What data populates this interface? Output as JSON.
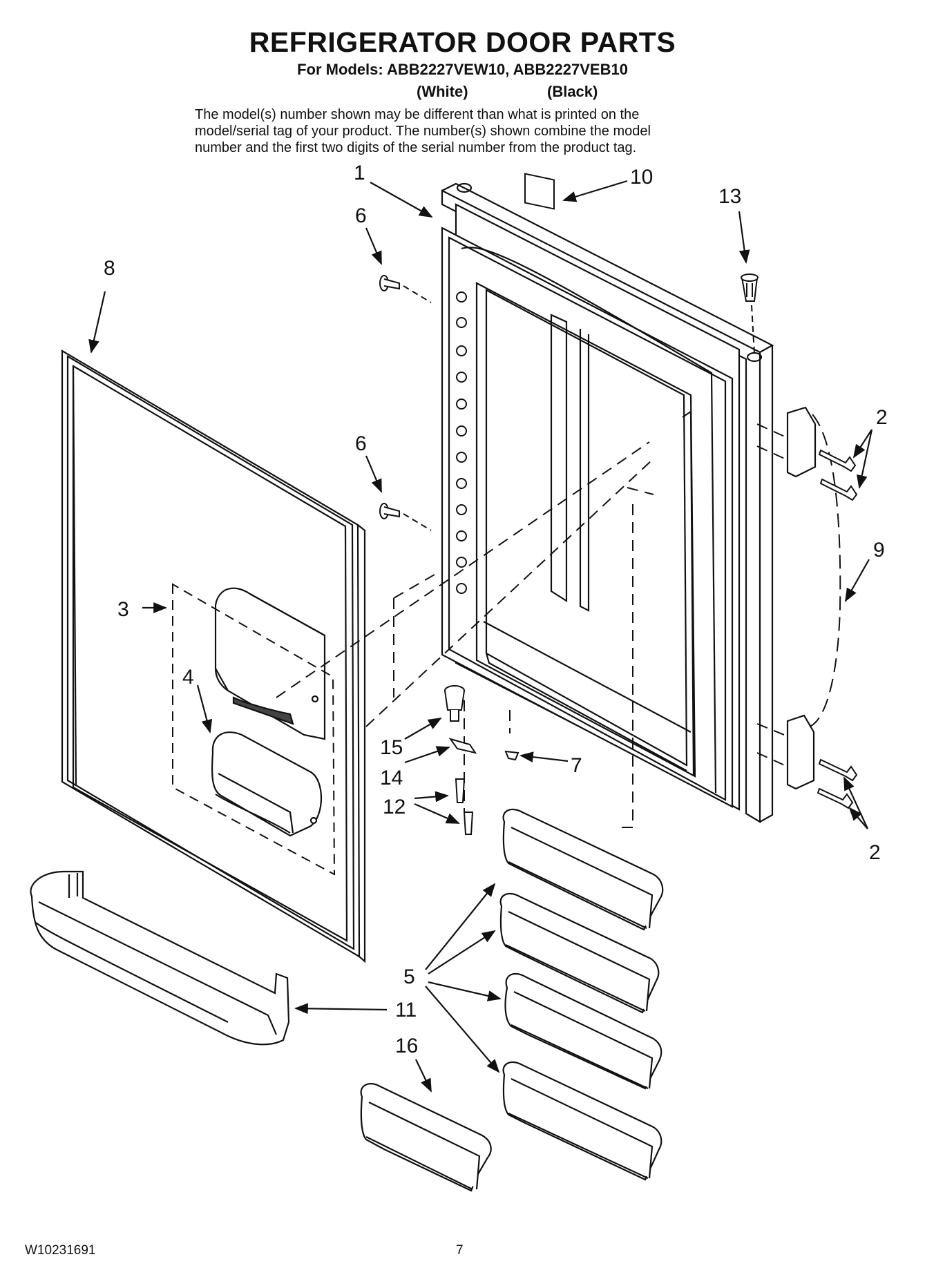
{
  "header": {
    "title": "REFRIGERATOR DOOR PARTS",
    "models_line": "For Models: ABB2227VEW10, ABB2227VEB10",
    "variant_white": "(White)",
    "variant_black": "(Black)",
    "note_lines": [
      "The model(s) number shown may be different than what is printed on the",
      "model/serial tag of your product. The number(s) shown combine the model",
      "number and the first two digits of the serial number from the product tag."
    ]
  },
  "callouts": {
    "c1": "1",
    "c2a": "2",
    "c2b": "2",
    "c3": "3",
    "c4": "4",
    "c5": "5",
    "c6a": "6",
    "c6b": "6",
    "c7": "7",
    "c8": "8",
    "c9": "9",
    "c10": "10",
    "c11": "11",
    "c12": "12",
    "c13": "13",
    "c14": "14",
    "c15": "15",
    "c16": "16"
  },
  "footer": {
    "doc_number": "W10231691",
    "page_number": "7"
  }
}
